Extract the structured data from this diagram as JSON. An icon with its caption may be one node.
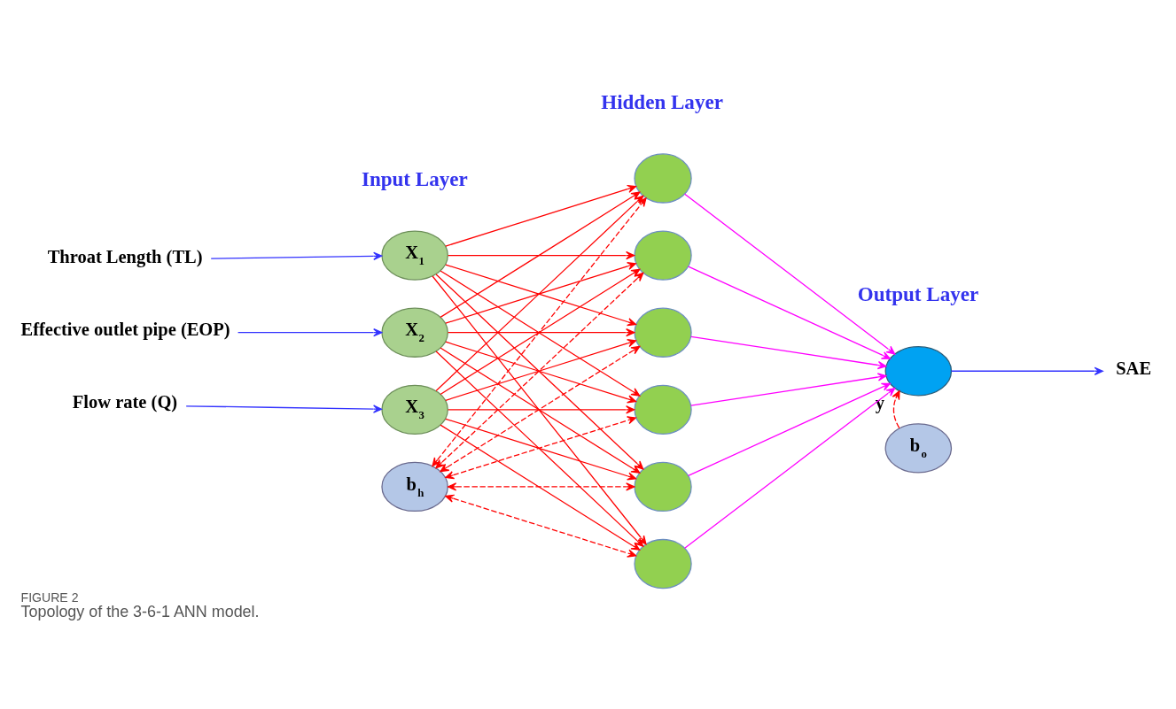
{
  "diagram": {
    "title": "FIGURE 2",
    "caption": "Topology of the 3-6-1 ANN model.",
    "nodes": [
      {
        "text": [
          "Throat Length (TL)"
        ]
      },
      {
        "text": [
          "Effective outlet pipe (EOP)"
        ]
      },
      {
        "text": [
          "Flow rate (Q)"
        ]
      },
      {
        "text": [
          "X$_{1}$"
        ]
      },
      {
        "text": [
          "X$_{2}$"
        ]
      },
      {
        "text": [
          "X$_{3}$"
        ]
      },
      {
        "text": [
          "b$_{h}$"
        ]
      },
      {
        "text": [],
        "shape": "circle"
      },
      {
        "text": [],
        "shape": "circle"
      },
      {
        "text": [],
        "shape": "circle"
      },
      {
        "text": [],
        "shape": "circle"
      },
      {
        "text": [],
        "shape": "circle"
      },
      {
        "text": [],
        "shape": "circle"
      },
      {
        "text": [
          "y"
        ]
      },
      {
        "text": [
          "b$_{o}$"
        ]
      },
      {
        "text": [
          "SAE"
        ]
      }
    ],
    "edges": [
      {
        "from": 0,
        "to": 3,
        "arrow": "to",
        "color": "#3333ff"
      },
      {
        "from": 1,
        "to": 4,
        "arrow": "to",
        "color": "#3333ff"
      },
      {
        "from": 2,
        "to": 5,
        "arrow": "to",
        "color": "#3333ff"
      },
      {
        "from": 3,
        "to": 7,
        "arrow": "to"
      },
      {
        "from": 3,
        "to": 8,
        "arrow": "to"
      },
      {
        "from": 3,
        "to": 9,
        "arrow": "to"
      },
      {
        "from": 3,
        "to": 10,
        "arrow": "to"
      },
      {
        "from": 3,
        "to": 11,
        "arrow": "to"
      },
      {
        "from": 3,
        "to": 12,
        "arrow": "to"
      },
      {
        "from": 4,
        "to": 7,
        "arrow": "to"
      },
      {
        "from": 4,
        "to": 8,
        "arrow": "to"
      },
      {
        "from": 4,
        "to": 9,
        "arrow": "to"
      },
      {
        "from": 4,
        "to": 10,
        "arrow": "to"
      },
      {
        "from": 4,
        "to": 11,
        "arrow": "to"
      },
      {
        "from": 4,
        "to": 12,
        "arrow": "to"
      },
      {
        "from": 5,
        "to": 7,
        "arrow": "to"
      },
      {
        "from": 5,
        "to": 8,
        "arrow": "to"
      },
      {
        "from": 5,
        "to": 9,
        "arrow": "to"
      },
      {
        "from": 5,
        "to": 10,
        "arrow": "to"
      },
      {
        "from": 5,
        "to": 11,
        "arrow": "to"
      },
      {
        "from": 5,
        "to": 12,
        "arrow": "to"
      },
      {
        "from": 6,
        "to": 7,
        "arrow": "both",
        "style": "dashed"
      },
      {
        "from": 6,
        "to": 8,
        "arrow": "both",
        "style": "dashed"
      },
      {
        "from": 6,
        "to": 9,
        "arrow": "both",
        "style": "dashed"
      },
      {
        "from": 6,
        "to": 10,
        "arrow": "both",
        "style": "dashed"
      },
      {
        "from": 6,
        "to": 11,
        "arrow": "both",
        "style": "dashed"
      },
      {
        "from": 6,
        "to": 12,
        "arrow": "both",
        "style": "dashed"
      },
      {
        "from": 7,
        "to": 13,
        "arrow": "to",
        "color": "#ff00ff"
      },
      {
        "from": 8,
        "to": 13,
        "arrow": "to",
        "color": "#ff00ff"
      },
      {
        "from": 9,
        "to": 13,
        "arrow": "to",
        "color": "#ff00ff"
      },
      {
        "from": 10,
        "to": 13,
        "arrow": "to",
        "color": "#ff00ff"
      },
      {
        "from": 11,
        "to": 13,
        "arrow": "to",
        "color": "#ff00ff"
      },
      {
        "from": 12,
        "to": 13,
        "arrow": "to",
        "color": "#ff00ff"
      },
      {
        "from": 14,
        "to": 13,
        "arrow": "to",
        "style": "dashed"
      },
      {
        "from": 13,
        "to": 15,
        "arrow": "to",
        "color": "#3333ff"
      }
    ],
    "labels": [
      "Input Layer",
      "Hidden Layer",
      "Output Layer"
    ]
  }
}
